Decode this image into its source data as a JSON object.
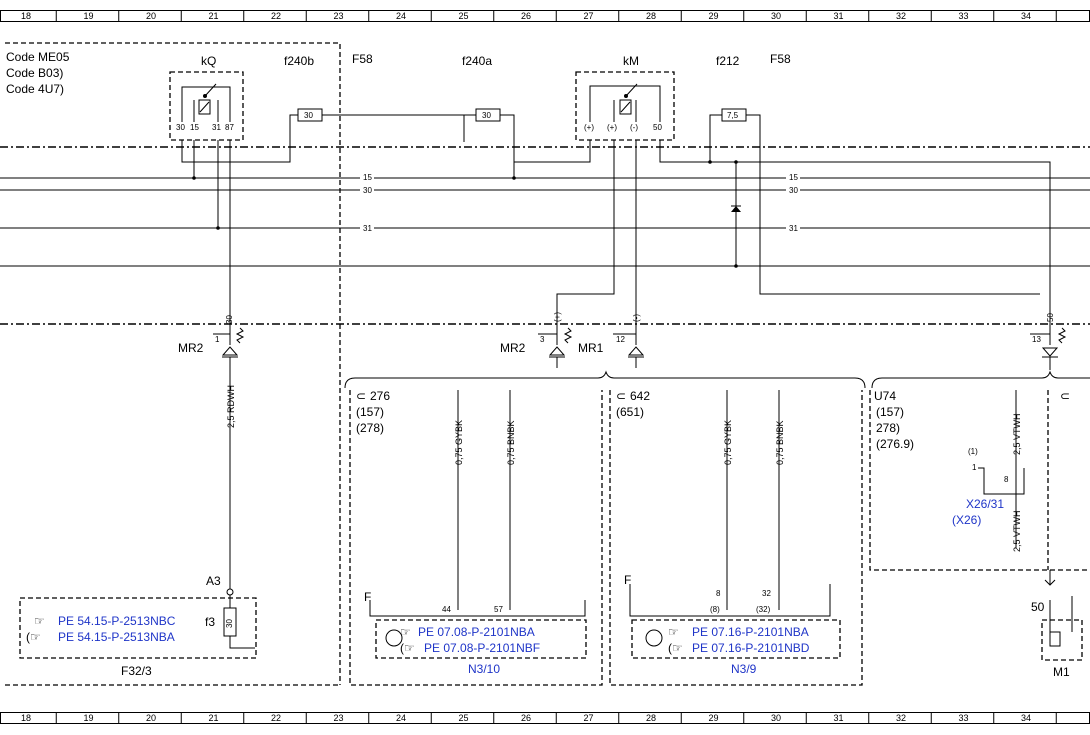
{
  "ruler": [
    "18",
    "19",
    "20",
    "21",
    "22",
    "23",
    "24",
    "25",
    "26",
    "27",
    "28",
    "29",
    "30",
    "31",
    "32",
    "33",
    "34"
  ],
  "codes": [
    "Code ME05",
    "Code B03)",
    "Code 4U7)"
  ],
  "labels": {
    "kQ": "kQ",
    "f240b": "f240b",
    "F58_left": "F58",
    "f240a": "f240a",
    "kM": "kM",
    "f212": "f212",
    "F58_right": "F58",
    "MR2_left": "MR2",
    "MR2_mid": "MR2",
    "MR1": "MR1",
    "A3": "A3",
    "f3": "f3",
    "F32_3": "F32/3",
    "N3_10": "N3/10",
    "N3_9": "N3/9",
    "U74": "U74",
    "M1": "M1",
    "F_left": "F",
    "F_right": "F",
    "n50": "50"
  },
  "relay_kQ_pins": [
    "30",
    "15",
    "31",
    "87"
  ],
  "relay_kM_pins": [
    "(+)",
    "(+)",
    "(-)",
    "50"
  ],
  "fuses": {
    "f240b": "30",
    "f240a": "30",
    "f212": "7,5",
    "f3": "30"
  },
  "bus": {
    "b15_left": "15",
    "b30_left": "30",
    "b31_left": "31",
    "b15_right": "15",
    "b30_right": "30",
    "b31_right": "31"
  },
  "conn_pins": {
    "mr2_left_top": "30",
    "mr2_left_num": "1",
    "mr2_mid_top": "(+)",
    "mr2_mid_num": "3",
    "mr1_top": "(-)",
    "mr1_num": "12",
    "right_top": "50",
    "right_num": "13"
  },
  "wires": {
    "w_rdwh": "2,5 RDWH",
    "w_gybk_1": "0,75 GYBK",
    "w_bnbk_1": "0,75 BNBK",
    "w_gybk_2": "0,75 GYBK",
    "w_bnbk_2": "0,75 BNBK",
    "w_vtwh_1": "2,5 VTWH",
    "w_vtwh_2": "2,5 VTWH"
  },
  "n310_pins": [
    "44",
    "57"
  ],
  "n39_pins": [
    "8",
    "32"
  ],
  "n39_pins_alt": [
    "(8)",
    "(32)"
  ],
  "groups": {
    "n310": [
      "276",
      "(157)",
      "(278)"
    ],
    "n39": [
      "642",
      "(651)"
    ],
    "u74": [
      "(157)",
      "278)",
      "(276.9)"
    ]
  },
  "refs": {
    "f32_a": "PE 54.15-P-2513NBC",
    "f32_b": "PE 54.15-P-2513NBA",
    "n310_a": "PE 07.08-P-2101NBA",
    "n310_b": "PE 07.08-P-2101NBF",
    "n39_a": "PE 07.16-P-2101NBA",
    "n39_b": "PE 07.16-P-2101NBD"
  },
  "x26": {
    "one_paren": "(1)",
    "one": "1",
    "eight": "8",
    "name": "X26/31",
    "alt": "(X26)"
  },
  "colors": {
    "link": "#1f35c8",
    "line": "#000000"
  }
}
